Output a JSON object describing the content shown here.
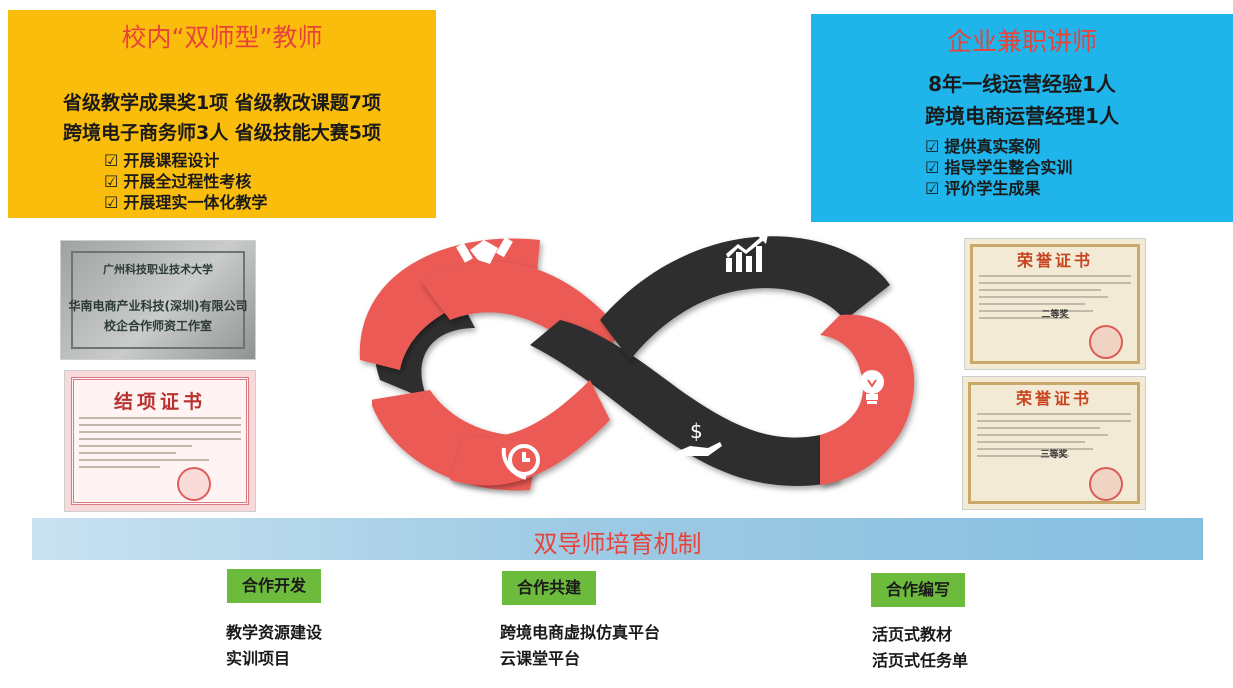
{
  "left_panel": {
    "title": "校内“双师型”教师",
    "line1": "省级教学成果奖1项   省级教改课题7项",
    "line2": "跨境电子商务师3人   省级技能大赛5项",
    "checks": [
      "开展课程设计",
      "开展全过程性考核",
      "开展理实一体化教学"
    ]
  },
  "right_panel": {
    "title": "企业兼职讲师",
    "line1": "8年一线运营经验1人",
    "line2": "跨境电商运营经理1人",
    "checks": [
      "提供真实案例",
      "指导学生整合实训",
      "评价学生成果"
    ]
  },
  "checkbox_glyph": "☑",
  "photos": {
    "plaque": {
      "school": "广州科技职业技术大学",
      "company": "华南电商产业科技(深圳)有限公司",
      "studio": "校企合作师资工作室"
    },
    "cert_left": {
      "title": "结项证书"
    },
    "cert_right_top": {
      "title": "荣誉证书",
      "prize": "二等奖"
    },
    "cert_right_bottom": {
      "title": "荣誉证书",
      "prize": "三等奖"
    }
  },
  "diagram": {
    "icons": [
      "handshake-icon",
      "growth-chart-icon",
      "team-icon",
      "time-call-icon",
      "money-hand-icon",
      "lightbulb-icon"
    ],
    "colors": {
      "red": "#ec5a55",
      "dark": "#2d2d2d"
    }
  },
  "banner": {
    "title": "双导师培育机制"
  },
  "columns": [
    {
      "tag": "合作开发",
      "items": [
        "教学资源建设",
        "实训项目"
      ]
    },
    {
      "tag": "合作共建",
      "items": [
        "跨境电商虚拟仿真平台",
        "云课堂平台"
      ]
    },
    {
      "tag": "合作编写",
      "items": [
        "活页式教材",
        "活页式任务单"
      ]
    }
  ]
}
